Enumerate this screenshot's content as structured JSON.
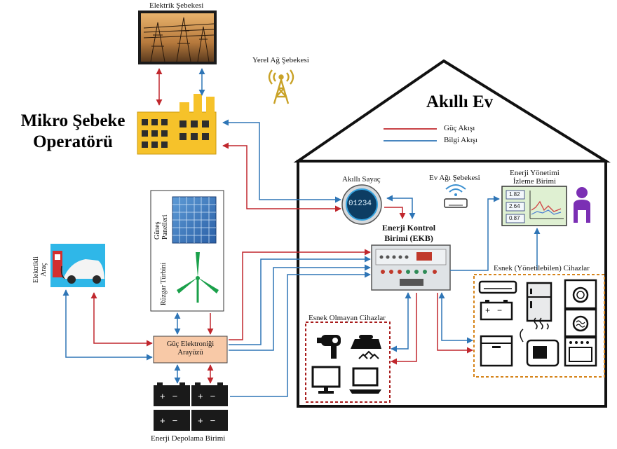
{
  "labels": {
    "grid": "Elektrik Şebekesi",
    "local_network": "Yerel Ağ Şebekesi",
    "operator_line1": "Mikro Şebeke",
    "operator_line2": "Operatörü",
    "smart_home": "Akıllı Ev",
    "smart_meter": "Akıllı Sayaç",
    "home_network": "Ev Ağı Şebekesi",
    "ems_line1": "Enerji Yönetimi",
    "ems_line2": "İzleme Birimi",
    "ekb_line1": "Enerji Kontrol",
    "ekb_line2": "Birimi (EKB)",
    "solar_line1": "Güneş",
    "solar_line2": "Panelleri",
    "wind": "Rüzgar Türbini",
    "ev_line1": "Elektrikli",
    "ev_line2": "Araç",
    "power_electronics_line1": "Güç Elektroniği",
    "power_electronics_line2": "Arayüzü",
    "storage": "Enerji Depolama Birimi",
    "non_flexible": "Esnek Olmayan Cihazlar",
    "flexible": "Esnek (Yönetilebilen) Cihazlar"
  },
  "legend": {
    "power_flow": "Güç Akışı",
    "info_flow": "Bilgi Akışı",
    "power_color": "#c0272d",
    "info_color": "#2e75b6"
  },
  "meter": {
    "reading": "01234"
  },
  "monitor": {
    "values": [
      "1.82",
      "2.64",
      "0.87"
    ]
  },
  "battery": {
    "plus": "+",
    "minus": "−"
  }
}
